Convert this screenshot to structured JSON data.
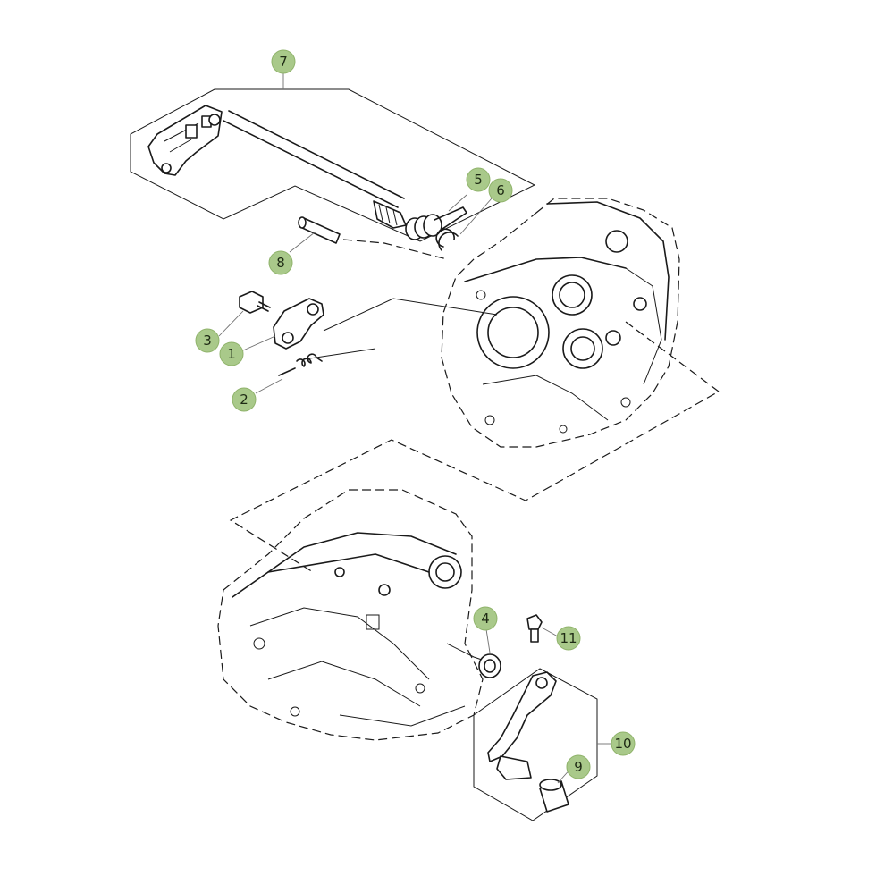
{
  "diagram": {
    "badge_fill": "#a9c98a",
    "callouts": [
      {
        "id": "1",
        "label": "1"
      },
      {
        "id": "2",
        "label": "2"
      },
      {
        "id": "3",
        "label": "3"
      },
      {
        "id": "4",
        "label": "4"
      },
      {
        "id": "5",
        "label": "5"
      },
      {
        "id": "6",
        "label": "6"
      },
      {
        "id": "7",
        "label": "7"
      },
      {
        "id": "8",
        "label": "8"
      },
      {
        "id": "9",
        "label": "9"
      },
      {
        "id": "10",
        "label": "10"
      },
      {
        "id": "11",
        "label": "11"
      }
    ]
  }
}
